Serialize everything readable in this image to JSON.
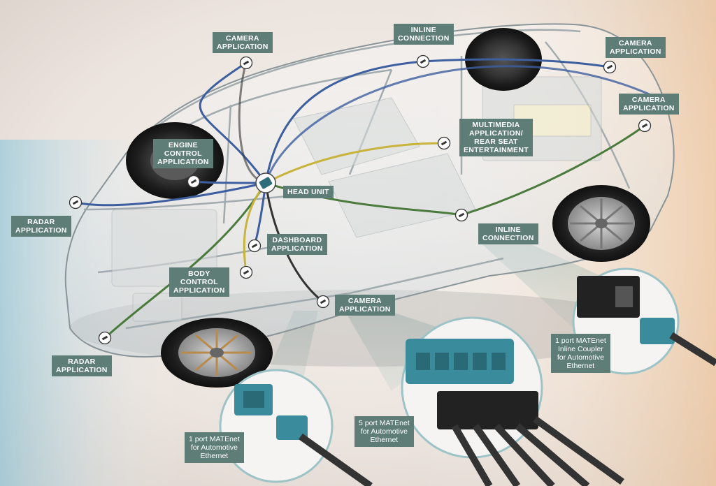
{
  "diagram": {
    "callouts": {
      "camera_top_left": [
        "CAMERA",
        "APPLICATION"
      ],
      "inline_top": [
        "INLINE",
        "CONNECTION"
      ],
      "camera_top_right": [
        "CAMERA",
        "APPLICATION"
      ],
      "camera_right": [
        "CAMERA",
        "APPLICATION"
      ],
      "engine": [
        "ENGINE",
        "CONTROL",
        "APPLICATION"
      ],
      "multimedia": [
        "MULTIMEDIA",
        "APPLICATION/",
        "REAR SEAT",
        "ENTERTAINMENT"
      ],
      "head_unit": [
        "HEAD UNIT"
      ],
      "radar_left": [
        "RADAR",
        "APPLICATION"
      ],
      "dashboard": [
        "DASHBOARD",
        "APPLICATION"
      ],
      "inline_right": [
        "INLINE",
        "CONNECTION"
      ],
      "body_control": [
        "BODY",
        "CONTROL",
        "APPLICATION"
      ],
      "camera_bottom": [
        "CAMERA",
        "APPLICATION"
      ],
      "radar_bottom": [
        "RADAR",
        "APPLICATION"
      ]
    },
    "products": {
      "one_port": [
        "1 port MATEnet",
        "for Automotive",
        "Ethernet"
      ],
      "five_port": [
        "5 port MATEnet",
        "for Automotive",
        "Ethernet"
      ],
      "coupler": [
        "1 port MATEnet",
        "Inline Coupler",
        "for Automotive",
        "Ethernet"
      ]
    },
    "colors": {
      "label_bg": "#5d7d76",
      "cable_blue": "#3d5fa0",
      "cable_green": "#4a7a3c",
      "cable_yellow": "#c8b43c",
      "connector_teal": "#3a8c9c"
    }
  }
}
